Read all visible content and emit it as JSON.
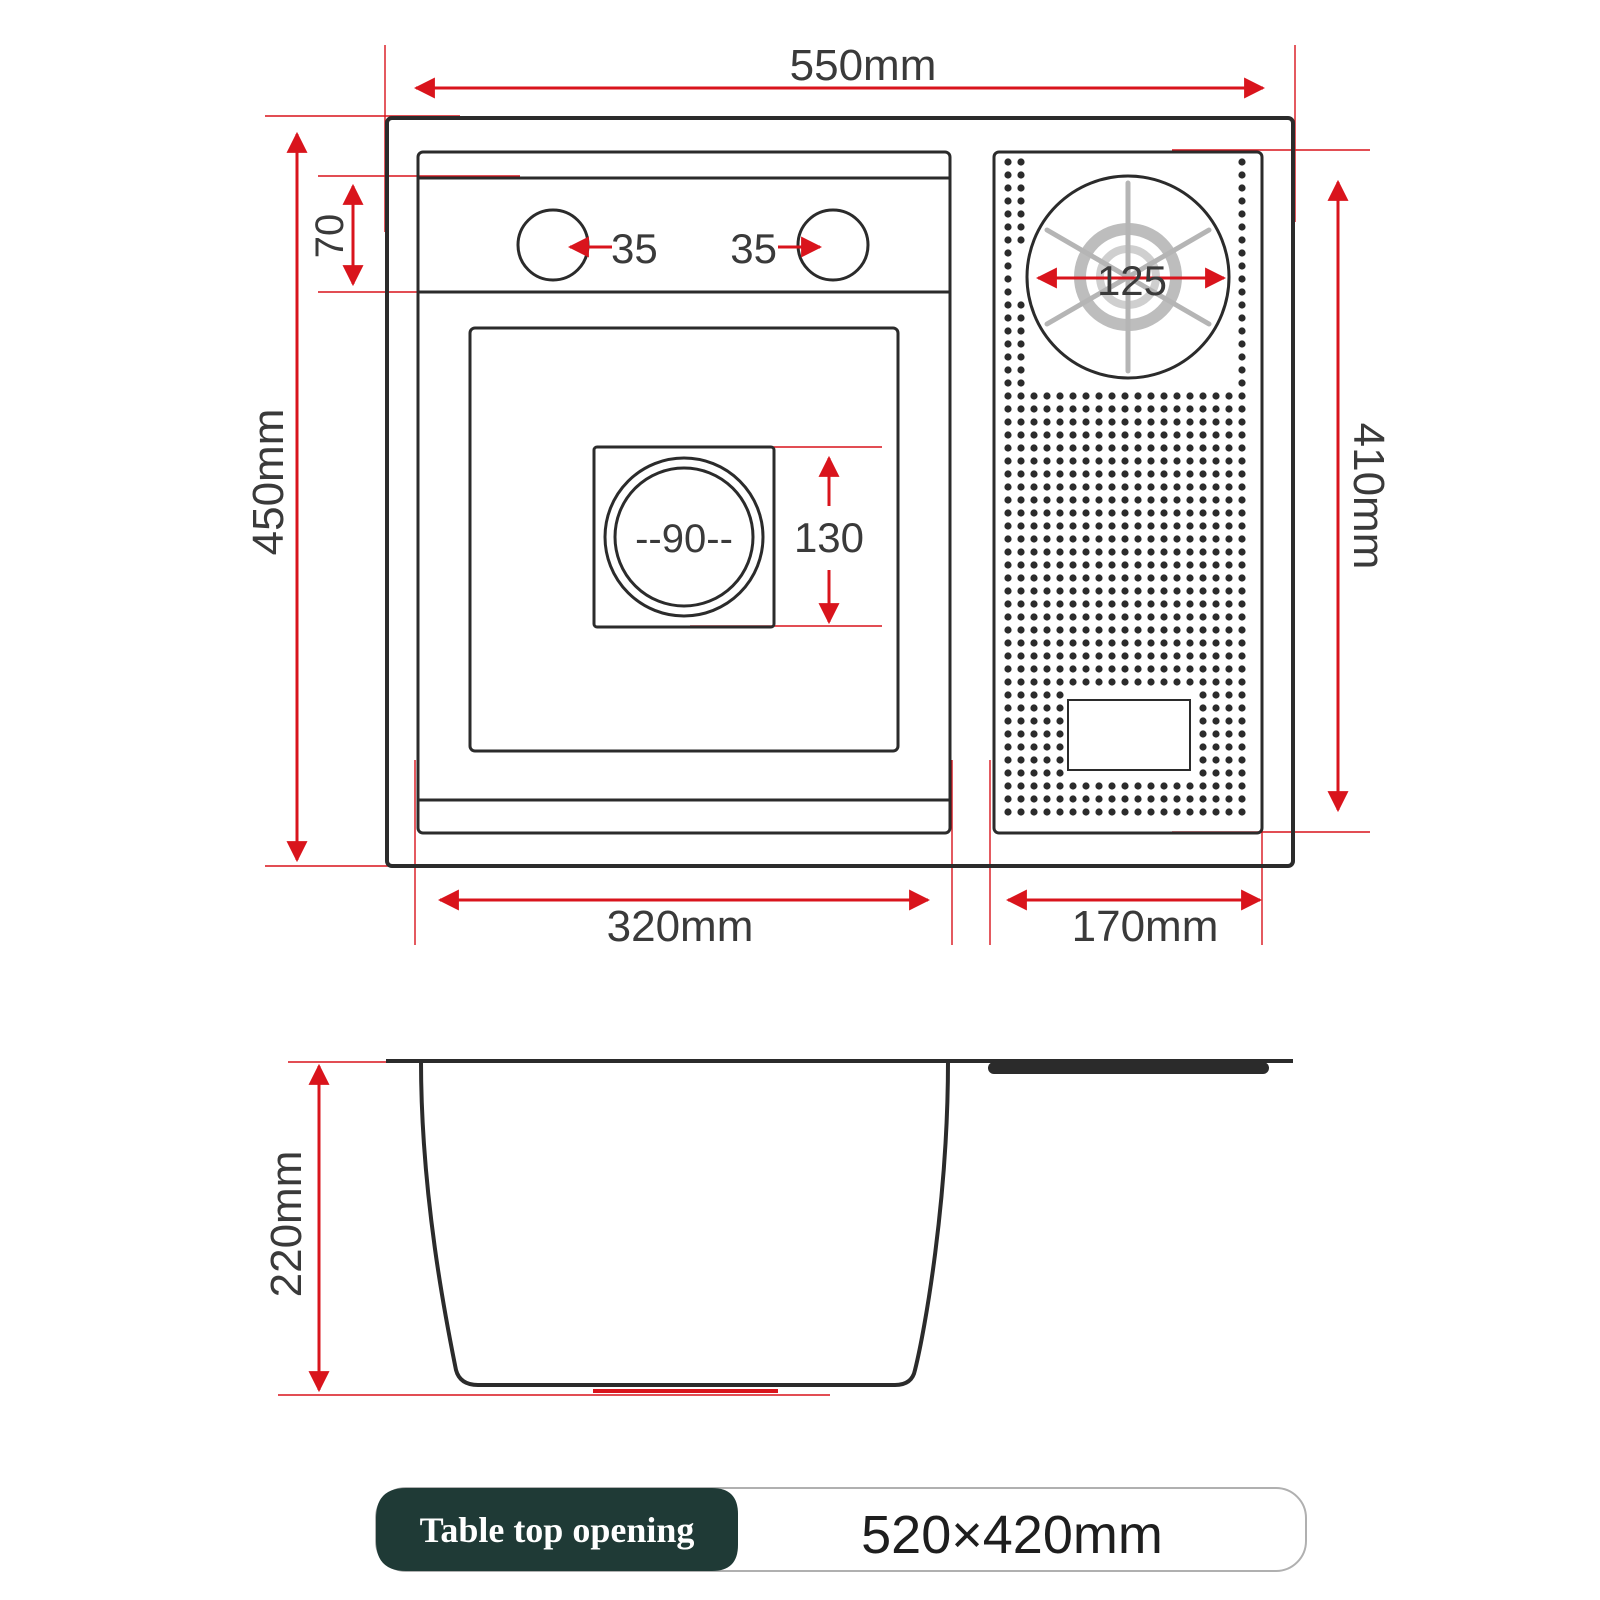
{
  "top_view": {
    "overall_width": "550mm",
    "overall_depth": "450mm",
    "control_panel_height": "70",
    "tap_hole_left": "35",
    "tap_hole_right": "35",
    "drain_diameter": "--90--",
    "drain_box_height": "130",
    "rinser_diameter": "125",
    "drainboard_depth": "410mm",
    "bowl_width": "320mm",
    "drainboard_width": "170mm"
  },
  "side_view": {
    "bowl_depth": "220mm"
  },
  "footer": {
    "label": "Table top opening",
    "value": "520×420mm"
  },
  "colors": {
    "dimension_red": "#d9141c",
    "outline": "#2b2b2b",
    "tag_fill": "#1f3a36"
  }
}
